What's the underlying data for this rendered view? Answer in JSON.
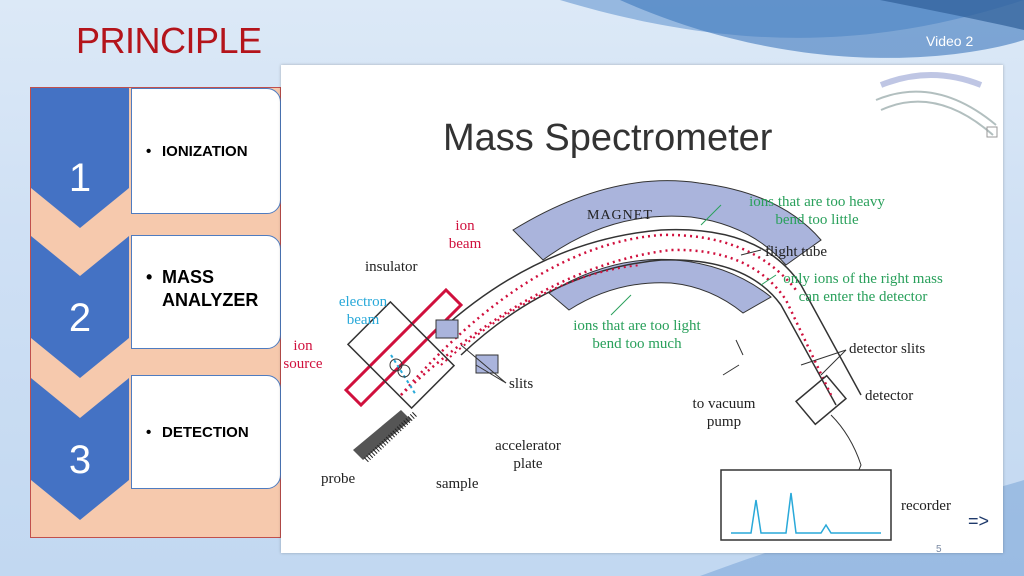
{
  "slide": {
    "title": "PRINCIPLE",
    "video_link": "Video 2",
    "page_number": "5",
    "next_arrow": "=>"
  },
  "process_steps": [
    {
      "number": "1",
      "label": "IONIZATION"
    },
    {
      "number": "2",
      "label_line1": "MASS",
      "label_line2": "ANALYZER"
    },
    {
      "number": "3",
      "label": "DETECTION"
    }
  ],
  "figure": {
    "title": "Mass Spectrometer",
    "labels": {
      "magnet": "MAGNET",
      "too_heavy_1": "ions that are too heavy",
      "too_heavy_2": "bend too little",
      "flight_tube": "flight tube",
      "right_mass_1": "only ions of the right mass",
      "right_mass_2": "can enter the detector",
      "ion_beam_1": "ion",
      "ion_beam_2": "beam",
      "insulator": "insulator",
      "electron_beam_1": "electron",
      "electron_beam_2": "beam",
      "ion_source_1": "ion",
      "ion_source_2": "source",
      "too_light_1": "ions that are too light",
      "too_light_2": "bend too much",
      "slits": "slits",
      "detector_slits": "detector slits",
      "detector": "detector",
      "vacuum_1": "to vacuum",
      "vacuum_2": "pump",
      "accelerator_1": "accelerator",
      "accelerator_2": "plate",
      "probe": "probe",
      "sample": "sample",
      "recorder": "recorder"
    },
    "colors": {
      "magnet": "#aab4dc",
      "ion_path": "#d0103d",
      "electron": "#29a9d9",
      "annotation_green": "#29a05b"
    }
  }
}
